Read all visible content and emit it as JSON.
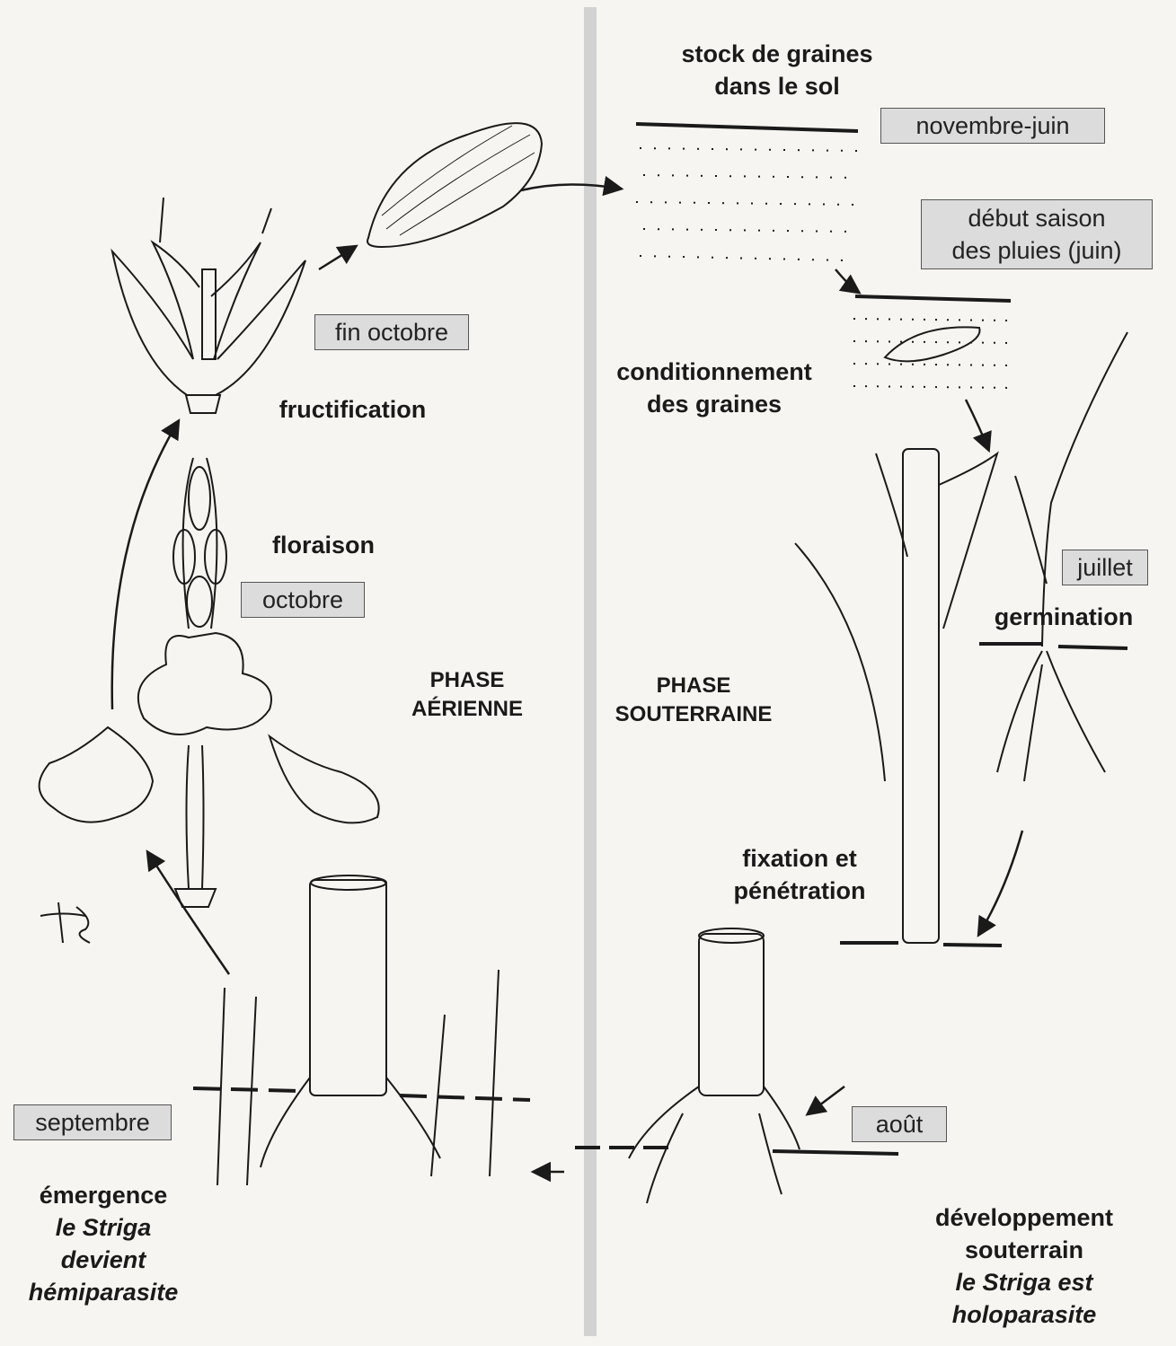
{
  "phases": {
    "aerial": [
      "PHASE",
      "AÉRIENNE"
    ],
    "underground": [
      "PHASE",
      "SOUTERRAINE"
    ]
  },
  "stages": {
    "seed_stock": [
      "stock de graines",
      "dans le sol"
    ],
    "conditioning": [
      "conditionnement",
      "des graines"
    ],
    "germination": "germination",
    "attachment": [
      "fixation et",
      "pénétration"
    ],
    "underground_dev": [
      "développement",
      "souterrain",
      "le Striga est",
      "holoparasite"
    ],
    "emergence": [
      "émergence",
      "le Striga",
      "devient",
      "hémiparasite"
    ],
    "flowering": "floraison",
    "fruiting": "fructification"
  },
  "periods": {
    "nov_jun": "novembre-juin",
    "rain_start": [
      "début saison",
      "des pluies (juin)"
    ],
    "july": "juillet",
    "august": "août",
    "september": "septembre",
    "october": "octobre",
    "end_october": "fin octobre"
  },
  "colors": {
    "ink": "#1a1a1a",
    "box_fill": "#dcdcdc",
    "divider": "#d2d2d2",
    "paper": "#f7f5f1"
  }
}
